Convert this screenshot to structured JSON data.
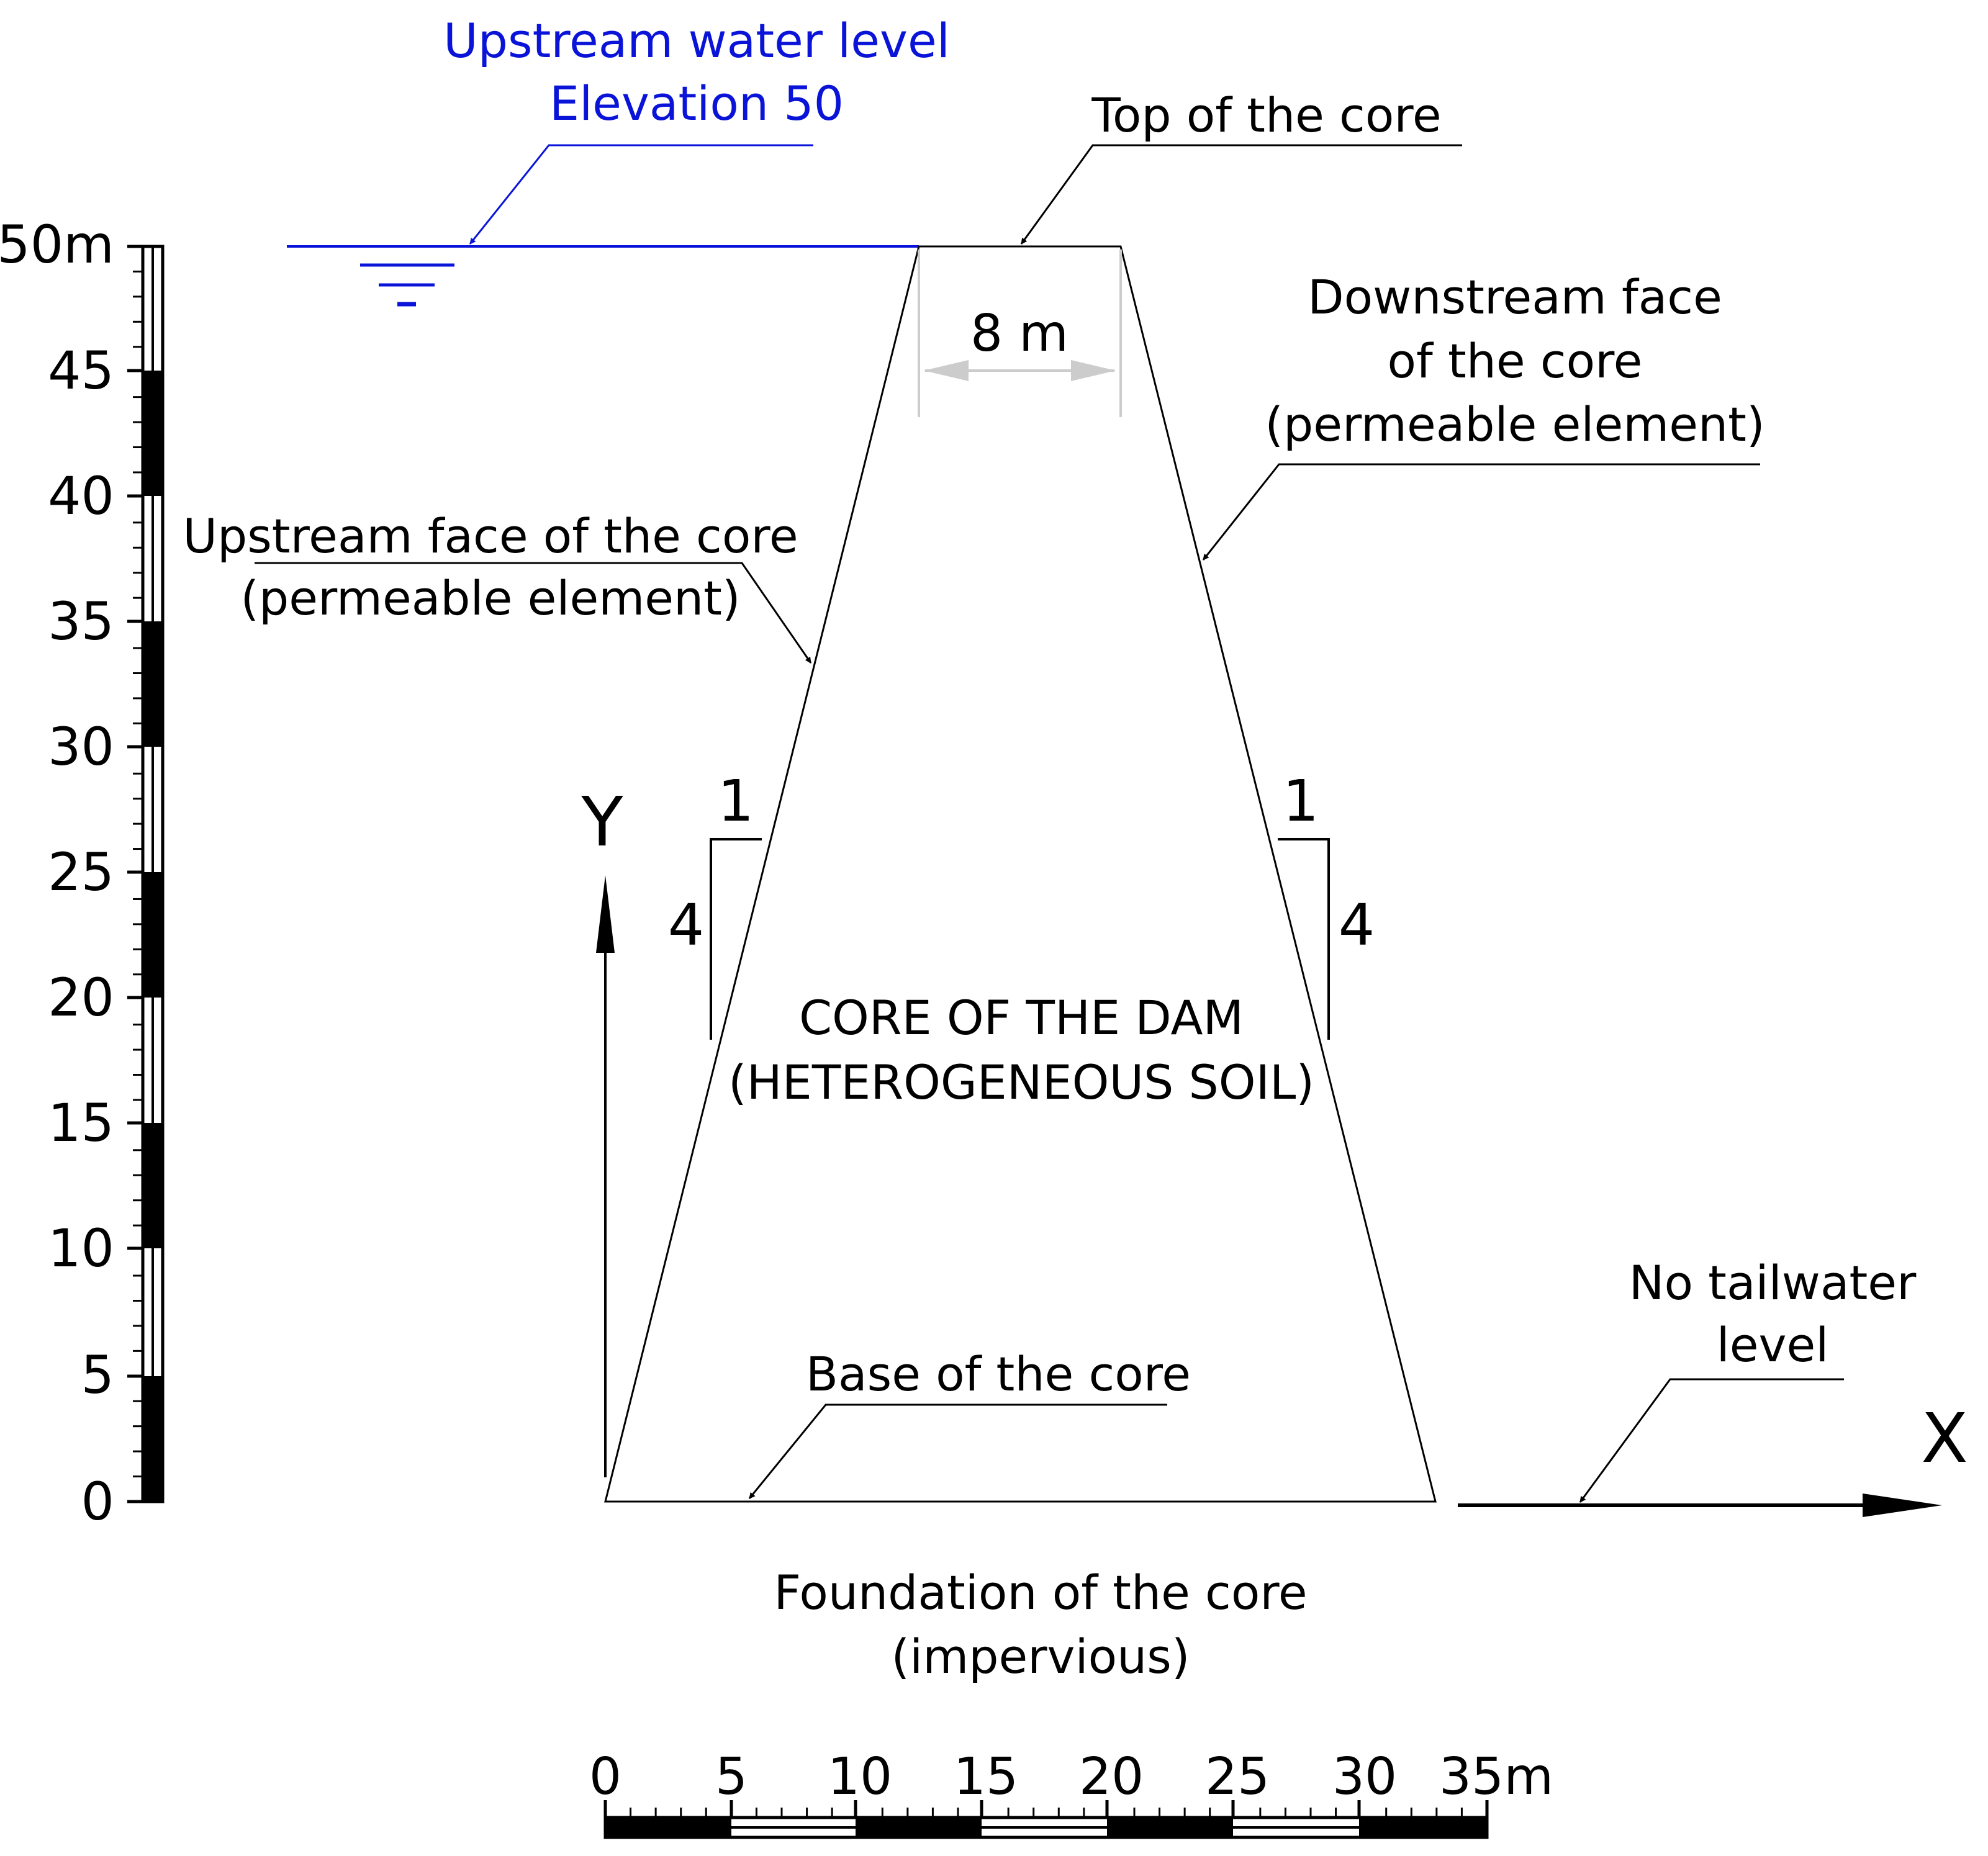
{
  "labels": {
    "upstream_water_level": "Upstream water level",
    "elevation": "Elevation 50",
    "top_of_core": "Top of the core",
    "downstream_face_1": "Downstream face",
    "downstream_face_2": "of the core",
    "downstream_face_3": "(permeable element)",
    "upstream_face_1": "Upstream face of the core",
    "upstream_face_2": "(permeable element)",
    "crest_width": "8 m",
    "slope_left_run": "1",
    "slope_left_rise": "4",
    "slope_right_run": "1",
    "slope_right_rise": "4",
    "core_1": "CORE OF THE DAM",
    "core_2": "(HETEROGENEOUS SOIL)",
    "base_of_core": "Base of the core",
    "no_tailwater_1": "No tailwater",
    "no_tailwater_2": "level",
    "foundation_1": "Foundation of the core",
    "foundation_2": "(impervious)",
    "axis_x": "X",
    "axis_y": "Y"
  },
  "vertical_scale": {
    "ticks": [
      "50m",
      "45",
      "40",
      "35",
      "30",
      "25",
      "20",
      "15",
      "10",
      "5",
      "0"
    ]
  },
  "horizontal_scale": {
    "ticks": [
      "0",
      "5",
      "10",
      "15",
      "20",
      "25",
      "30",
      "35m"
    ]
  },
  "colors": {
    "water": "#0a14d8",
    "line": "#000000",
    "dimension": "#cccccc"
  }
}
